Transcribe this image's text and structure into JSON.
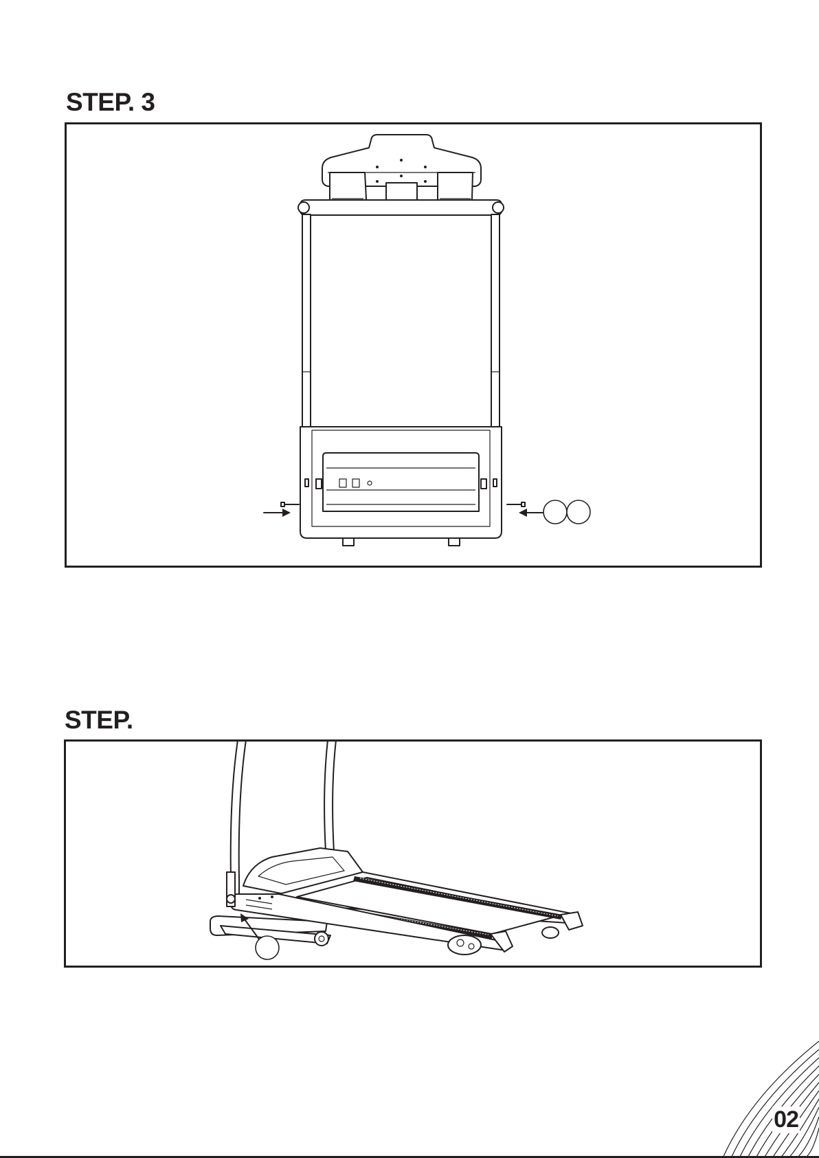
{
  "step3": {
    "title": "STEP. 3",
    "callouts": [
      "",
      ""
    ]
  },
  "step4": {
    "title": "STEP.",
    "callouts": [
      ""
    ]
  },
  "footer": {
    "page_number": "02"
  }
}
